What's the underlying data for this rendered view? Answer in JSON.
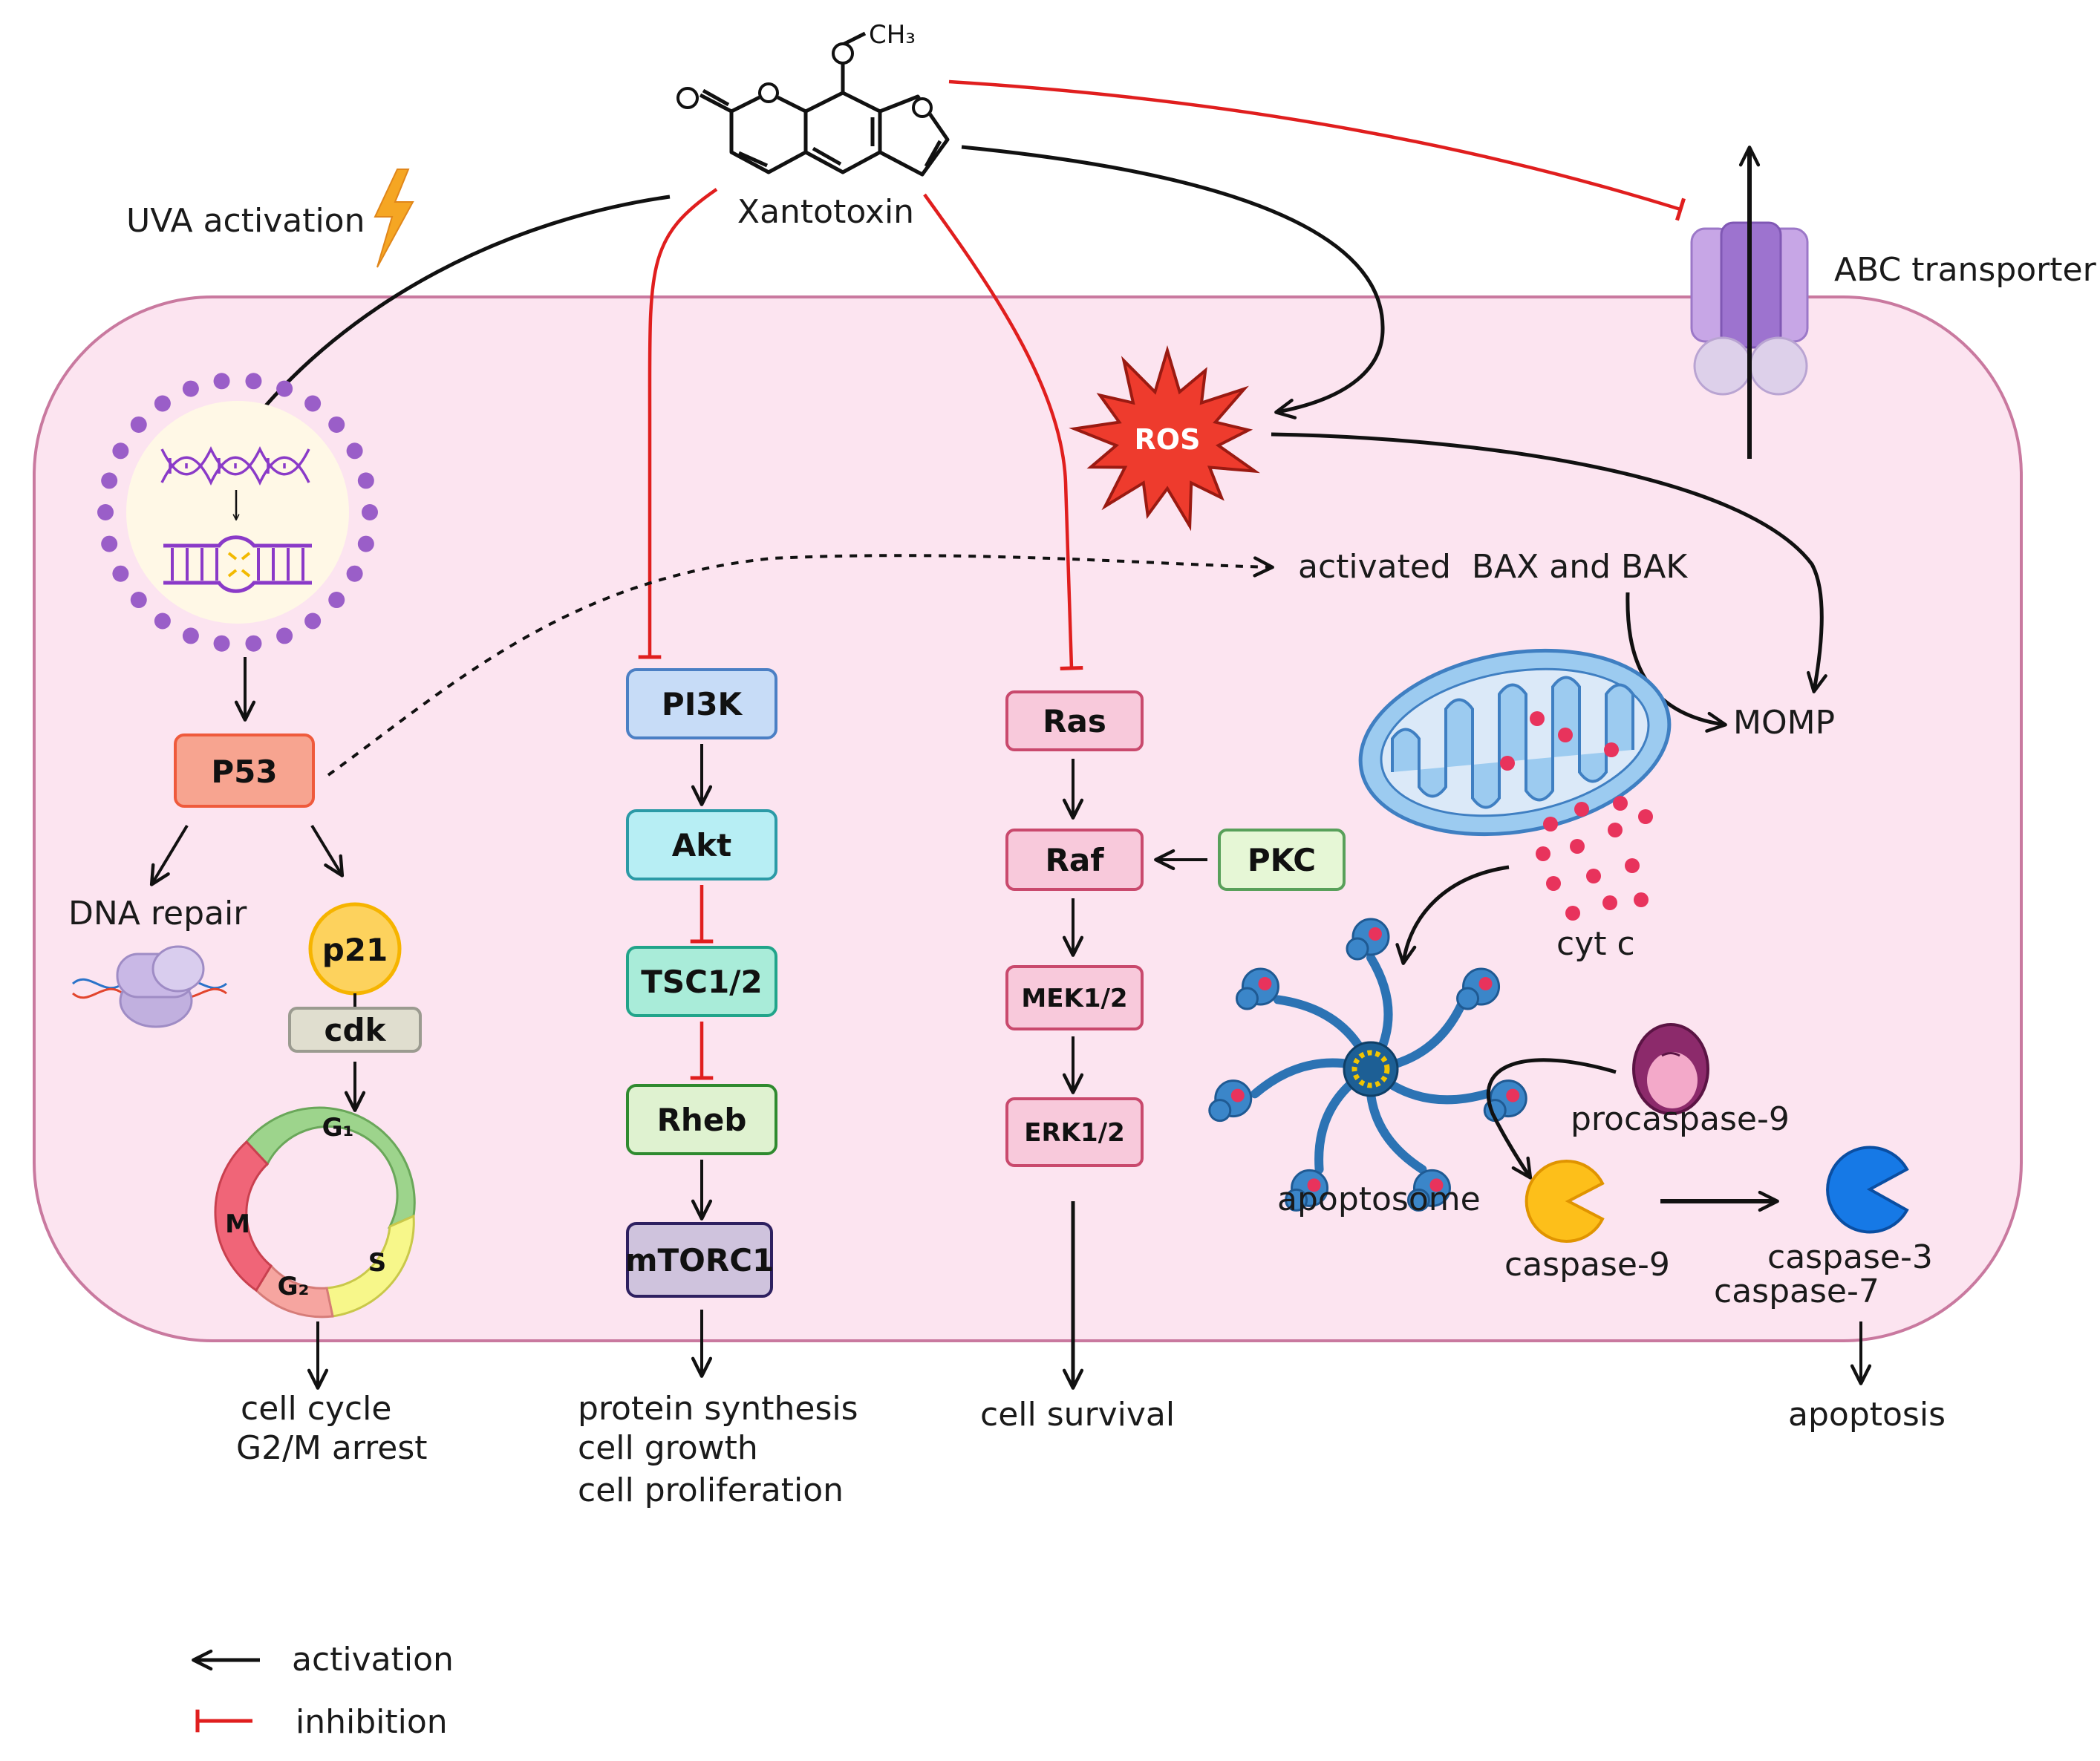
{
  "molecule": {
    "name": "Xantotoxin",
    "substituent": "O—CH₃"
  },
  "stimulus": {
    "label": "UVA activation"
  },
  "membrane": {
    "transporter_label": "ABC transporter"
  },
  "nodes": {
    "p53": "P53",
    "p21": "p21",
    "cdk": "cdk",
    "pi3k": "PI3K",
    "akt": "Akt",
    "tsc": "TSC1/2",
    "rheb": "Rheb",
    "mtorc1": "mTORC1",
    "ras": "Ras",
    "raf": "Raf",
    "pkc": "PKC",
    "mek": "MEK1/2",
    "erk": "ERK1/2",
    "ros": "ROS"
  },
  "cell_cycle": {
    "g1": "G₁",
    "s": "S",
    "g2": "G₂",
    "m": "M"
  },
  "labels": {
    "dna_repair": "DNA repair",
    "bax_bak": "activated  BAX and BAK",
    "momp": "MOMP",
    "cyt_c": "cyt c",
    "apoptosome": "apoptosome",
    "procaspase9": "procaspase-9",
    "caspase9": "caspase-9",
    "caspase3": "caspase-3",
    "caspase7": "caspase-7"
  },
  "outcomes": {
    "cell_cycle_1": "cell cycle",
    "cell_cycle_2": "G2/M arrest",
    "protein_1": "protein synthesis",
    "protein_2": "cell growth",
    "protein_3": "cell proliferation",
    "survival": "cell survival",
    "apoptosis": "apoptosis"
  },
  "legend": {
    "activation": "activation",
    "inhibition": "inhibition"
  },
  "colors": {
    "cell_fill": "#fce4f0",
    "cell_stroke": "#c9799f",
    "activation": "#111111",
    "inhibition": "#e01e1e",
    "nucleus_dots": "#9a5ec8",
    "p53_fill": "#f7a490",
    "pi3k_fill": "#c7dcf7",
    "akt_fill": "#b7eef4",
    "tsc_fill": "#a9ecd9",
    "rheb_fill": "#dff2d0",
    "mtorc1_fill": "#cfc3dd",
    "ras_fill": "#f8c9db",
    "pkc_fill": "#e6f7d6",
    "ros_fill": "#ee3b2d",
    "mito_fill": "#9ccbf0"
  },
  "icons": [
    "lightning-bolt-icon",
    "dna-icon",
    "repair-enzyme-icon",
    "mitochondrion-icon",
    "apoptosome-icon",
    "pacman-caspase-icon",
    "abc-transporter-icon"
  ]
}
